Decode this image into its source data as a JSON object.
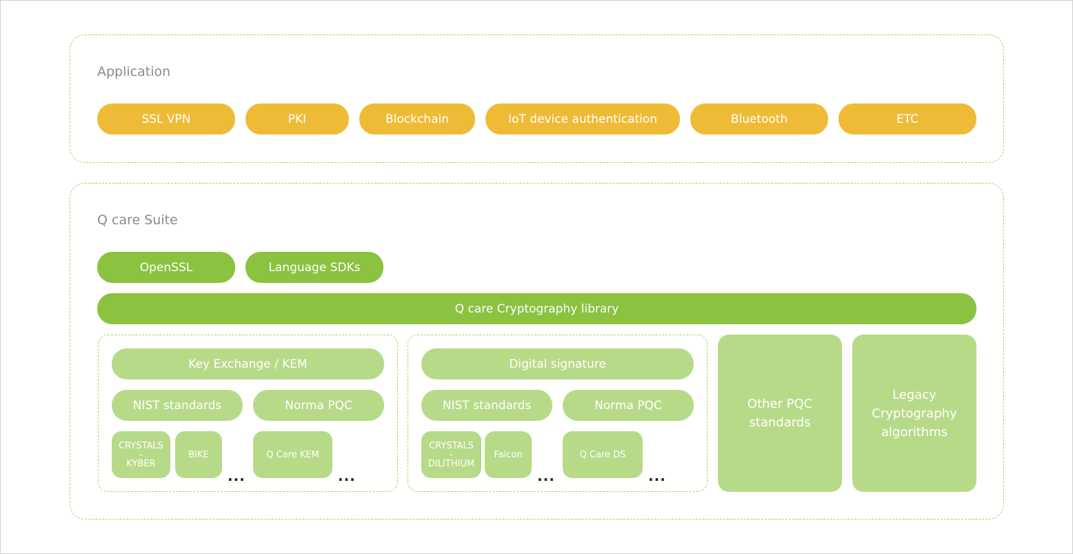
{
  "application": {
    "title": "Application",
    "items": [
      "SSL VPN",
      "PKI",
      "Blockchain",
      "IoT device authentication",
      "Bluetooth",
      "ETC"
    ]
  },
  "suite": {
    "title": "Q care Suite",
    "openssl": "OpenSSL",
    "sdks": "Language SDKs",
    "library": "Q care Cryptography library",
    "kem": {
      "title": "Key Exchange / KEM",
      "nist": "NIST standards",
      "norma": "Norma PQC",
      "tile1_line1": "CRYSTALS",
      "tile1_line2": "-",
      "tile1_line3": "KYBER",
      "tile2": "BIKE",
      "tile3": "Q Care KEM",
      "dots": "..."
    },
    "ds": {
      "title": "Digital signature",
      "nist": "NIST standards",
      "norma": "Norma PQC",
      "tile1_line1": "CRYSTALS",
      "tile1_line2": "-",
      "tile1_line3": "DILITHIUM",
      "tile2": "Falcon",
      "tile3": "Q Care DS",
      "dots": "..."
    },
    "other_pqc_line1": "Other PQC",
    "other_pqc_line2": "standards",
    "legacy_line1": "Legacy",
    "legacy_line2": "Cryptography",
    "legacy_line3": "algorithms"
  },
  "colors": {
    "application_pill": "#efbb37",
    "dark_green": "#8bc240",
    "light_green": "#b7da89",
    "dashed_border": "#a8d06a",
    "title_gray": "#8a8a8a"
  }
}
